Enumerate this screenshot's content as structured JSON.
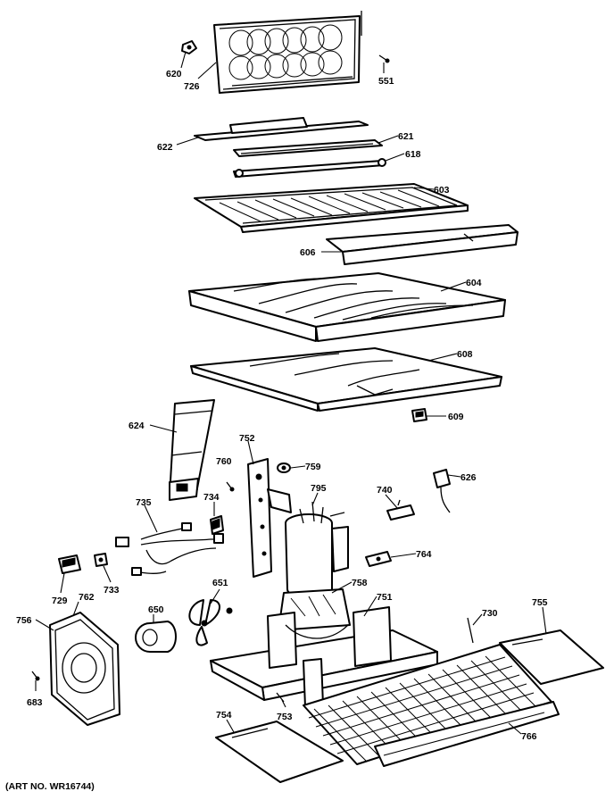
{
  "art_number": "(ART NO. WR16744)",
  "labels": {
    "p620": "620",
    "p726": "726",
    "p551": "551",
    "p622": "622",
    "p621": "621",
    "p618": "618",
    "p603": "603",
    "p606": "606",
    "p604": "604",
    "p608": "608",
    "p609": "609",
    "p624": "624",
    "p752": "752",
    "p760": "760",
    "p759": "759",
    "p795": "795",
    "p740": "740",
    "p626": "626",
    "p735": "735",
    "p734": "734",
    "p764": "764",
    "p729": "729",
    "p733": "733",
    "p651": "651",
    "p758": "758",
    "p751": "751",
    "p730": "730",
    "p755": "755",
    "p756": "756",
    "p762": "762",
    "p650": "650",
    "p683": "683",
    "p754": "754",
    "p753": "753",
    "p766": "766"
  }
}
